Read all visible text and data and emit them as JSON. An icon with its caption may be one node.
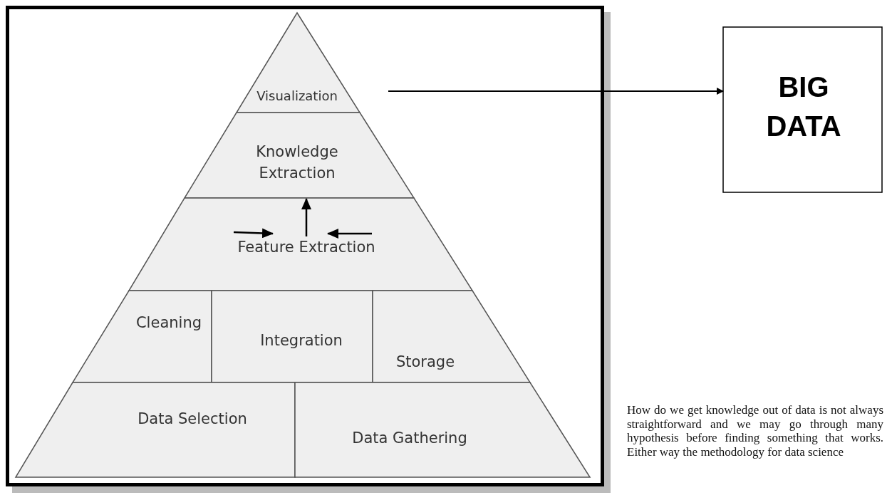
{
  "diagram": {
    "nodes": [
      {
        "text": [
          "Visualization"
        ]
      },
      {
        "text": [
          "Knowledge Extraction"
        ]
      },
      {
        "text": [
          "Feature Extraction"
        ]
      },
      {
        "text": [
          "Cleaning"
        ]
      },
      {
        "text": [
          "Integration"
        ]
      },
      {
        "text": [
          "Storage"
        ]
      },
      {
        "text": [
          "Data Selection"
        ]
      },
      {
        "text": [
          "Data Gathering"
        ]
      },
      {
        "text": [
          "BIG DATA"
        ]
      }
    ],
    "edges": [
      {
        "from": null,
        "to": 8,
        "arrow": "to"
      },
      {
        "from": 2,
        "to": 1,
        "arrow": "to"
      }
    ],
    "labels": [
      "How do we get knowledge out of data is not always straightforward and we may go through many hypothesis before finding something that works. Either way the methodology for data science"
    ]
  }
}
